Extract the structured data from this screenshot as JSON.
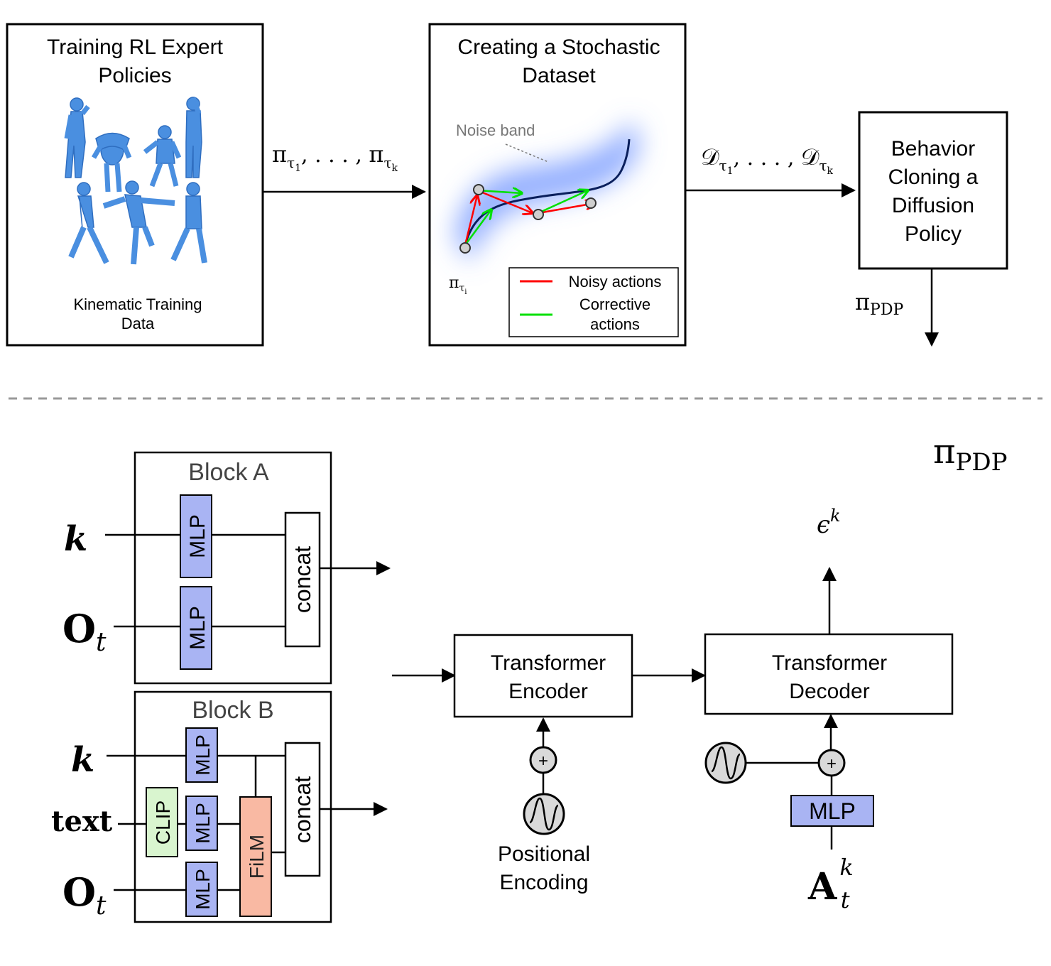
{
  "top": {
    "box1": {
      "title_line1": "Training RL Expert",
      "title_line2": "Policies",
      "caption_line1": "Kinematic Training",
      "caption_line2": "Data"
    },
    "box2": {
      "title_line1": "Creating a Stochastic",
      "title_line2": "Dataset",
      "noise_label": "Noise band",
      "policy_symbol": "π",
      "policy_sub": "τ",
      "policy_subsub": "i"
    },
    "legend": {
      "noisy": "Noisy actions",
      "corrective_line1": "Corrective",
      "corrective_line2": "actions"
    },
    "box3": {
      "line1": "Behavior",
      "line2": "Cloning a",
      "line3": "Diffusion",
      "line4": "Policy"
    },
    "arrow1_label": {
      "pi": "π",
      "tau": "τ",
      "sub1": "1",
      "subk": "k",
      "sep": ", . . . , "
    },
    "arrow2_label": {
      "d": "𝒟",
      "tau": "τ",
      "sub1": "1",
      "subk": "k",
      "sep": ", . . . , "
    },
    "output_label": {
      "pi": "π",
      "sub": "PDP"
    }
  },
  "bottom": {
    "pdp_label": {
      "pi": "π",
      "sub": "PDP"
    },
    "block_a": {
      "title": "Block A",
      "input_k": "k",
      "input_o": "O",
      "input_o_sub": "t",
      "mlp": "MLP",
      "concat": "concat"
    },
    "block_b": {
      "title": "Block B",
      "input_k": "k",
      "input_text": "text",
      "input_o": "O",
      "input_o_sub": "t",
      "mlp": "MLP",
      "clip": "CLIP",
      "film": "FiLM",
      "concat": "concat"
    },
    "encoder": {
      "line1": "Transformer",
      "line2": "Encoder"
    },
    "decoder": {
      "line1": "Transformer",
      "line2": "Decoder"
    },
    "positional": {
      "line1": "Positional",
      "line2": "Encoding"
    },
    "plus": "+",
    "decoder_mlp": "MLP",
    "epsilon": {
      "sym": "ϵ",
      "sup": "k"
    },
    "action": {
      "sym": "A",
      "sub": "t",
      "sup": "k"
    }
  },
  "colors": {
    "mlp": "#a9b4f3",
    "clip": "#d9f5cf",
    "film": "#f9b9a3",
    "noisy": "#ff0000",
    "corrective": "#00e000",
    "figure": "#4a8fe0",
    "curve": "#0a1f5c",
    "noise": "#6f93ff"
  }
}
